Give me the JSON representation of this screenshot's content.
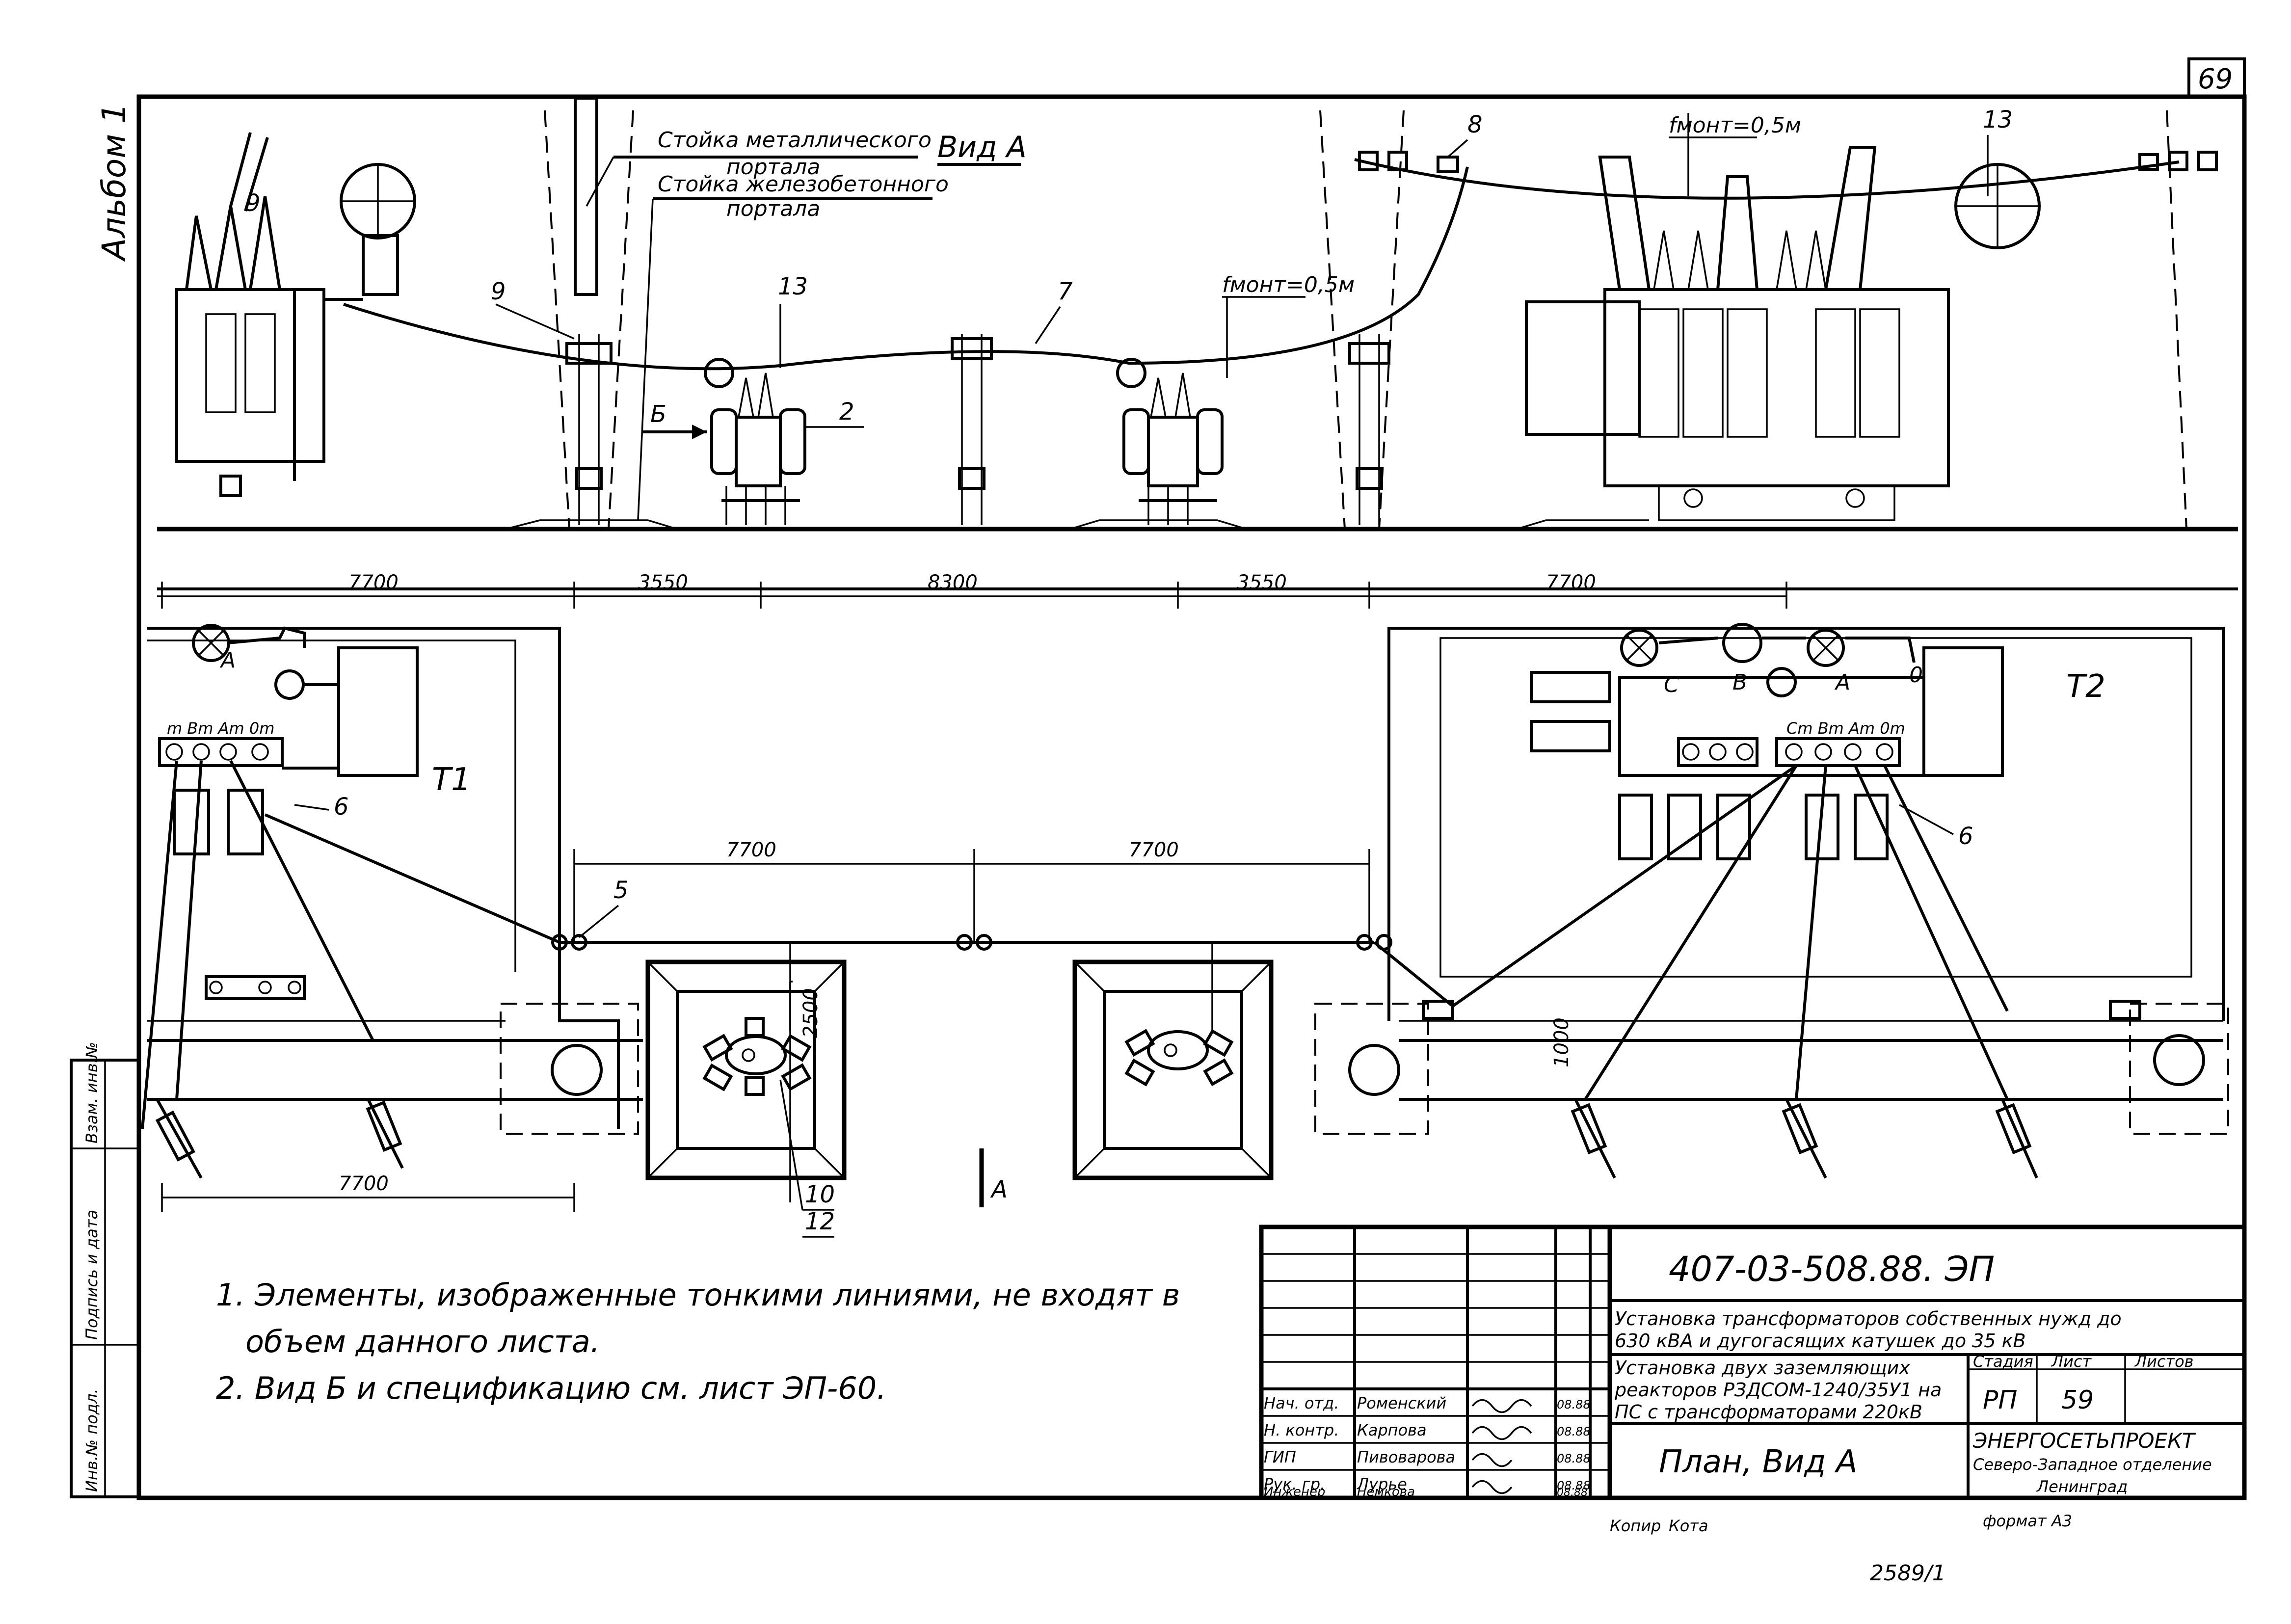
{
  "sheet": {
    "sheet_number": "69",
    "album": "Альбом 1"
  },
  "elevation": {
    "label_metal_stand_1": "Стойка металлического",
    "label_metal_stand_2": "портала",
    "label_concrete_stand_1": "Стойка железобетонного",
    "label_concrete_stand_2": "портала",
    "view_label": "Вид А",
    "sag_label_left": "fмонт=0,5м",
    "sag_label_right": "fмонт=0,5м",
    "view_b": "Б",
    "callouts": [
      "9",
      "9",
      "13",
      "7",
      "2",
      "8",
      "13"
    ]
  },
  "dimensions_top": [
    "7700",
    "3550",
    "8300",
    "3550",
    "7700"
  ],
  "plan": {
    "t1_label": "Т1",
    "t2_label": "Т2",
    "t1_terminals": "m  Вm Аm 0m",
    "t2_terminals": "Сm Вm Аm 0m",
    "t1_phase": "А",
    "t2_phases": [
      "С",
      "В",
      "А",
      "0"
    ],
    "callout_6_left": "6",
    "callout_6_right": "6",
    "callout_5": "5",
    "dims_mid": [
      "7700",
      "7700"
    ],
    "dim_bottom": "7700",
    "dim_2500": "2500",
    "dim_1000": "1000",
    "callout_10": "10",
    "callout_12": "12",
    "view_a_marker": "А"
  },
  "notes": [
    "1. Элементы, изображенные  тонкими линиями, не входят в",
    "объем  данного  листа.",
    "2. Вид Б  и спецификацию  см. лист  ЭП-60."
  ],
  "side_stamp": [
    "Инв.№ подл.",
    "Подпись и дата",
    "Взам. инв.№"
  ],
  "title_block": {
    "doc_code": "407-03-508.88. ЭП",
    "project_title_1": "Установка трансформаторов собственных нужд до",
    "project_title_2": "630 кВА и дугогасящих катушек до 35 кВ",
    "drawing_title_1": "Установка двух заземляющих",
    "drawing_title_2": "реакторов РЗДСОМ-1240/35У1 на",
    "drawing_title_3": "ПС с трансформаторами 220кВ",
    "sheet_title": "План, Вид А",
    "col_stage": "Стадия",
    "col_sheet": "Лист",
    "col_sheets": "Листов",
    "stage": "РП",
    "sheet_no": "59",
    "org_1": "ЭНЕРГОСЕТЬПРОЕКТ",
    "org_2": "Северо-Западное отделение",
    "org_3": "Ленинград",
    "signatures": [
      {
        "role": "Нач. отд.",
        "name": "Роменский",
        "date": "08.88"
      },
      {
        "role": "Н. контр.",
        "name": "Карпова",
        "date": "08.88"
      },
      {
        "role": "ГИП",
        "name": "Пивоварова",
        "date": "08.88"
      },
      {
        "role": "Рук. гр.",
        "name": "Лурье",
        "date": "08.88"
      },
      {
        "role": "Инженер",
        "name": "Немкова",
        "date": "08.88"
      }
    ],
    "copy_label": "Копир",
    "copy_name": "Кота",
    "format": "формат А3",
    "archive_no": "2589/1"
  }
}
